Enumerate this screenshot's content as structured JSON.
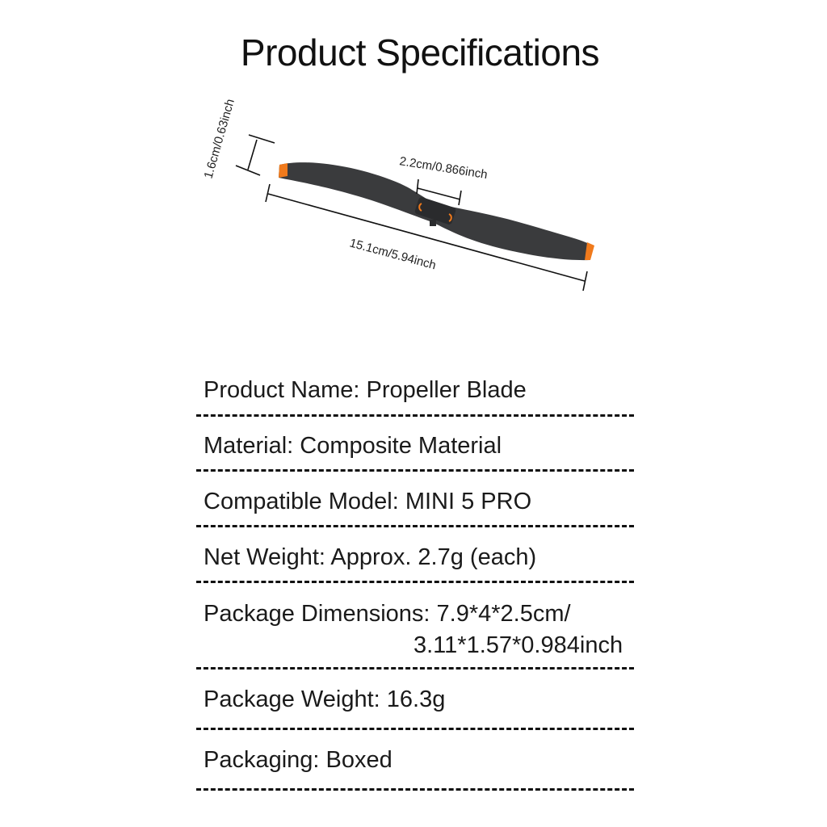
{
  "title": "Product Specifications",
  "dimensions": {
    "blade_width": "1.6cm/0.63inch",
    "hub_width": "2.2cm/0.866inch",
    "total_length": "15.1cm/5.94inch"
  },
  "colors": {
    "blade": "#3a3b3d",
    "tip": "#f07a1c"
  },
  "specs": [
    {
      "text": "Product Name: Propeller Blade"
    },
    {
      "text": "Material: Composite Material"
    },
    {
      "text": "Compatible Model:   MINI 5 PRO"
    },
    {
      "text": "Net Weight: Approx. 2.7g (each)"
    },
    {
      "text": "Package Dimensions:   7.9*4*2.5cm/",
      "text2": "3.11*1.57*0.984inch"
    },
    {
      "text": "Package Weight: 16.3g"
    },
    {
      "text": "Packaging: Boxed"
    }
  ]
}
